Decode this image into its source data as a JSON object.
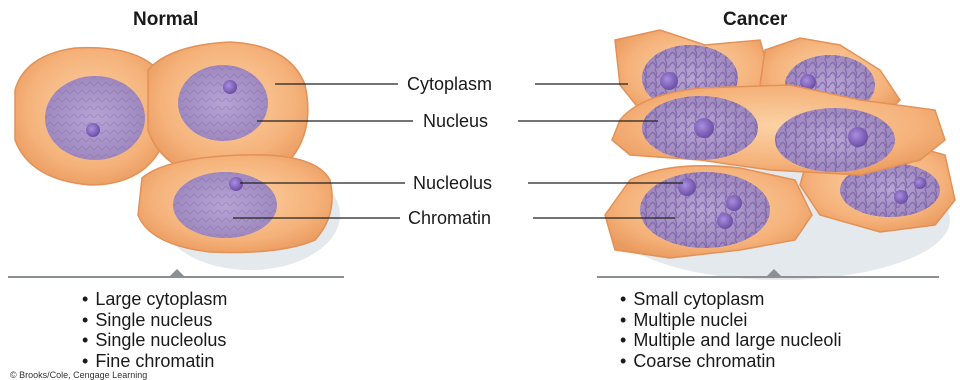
{
  "normal": {
    "title": "Normal",
    "features": [
      "Large cytoplasm",
      "Single nucleus",
      "Single nucleolus",
      "Fine chromatin"
    ]
  },
  "cancer": {
    "title": "Cancer",
    "features": [
      "Small cytoplasm",
      "Multiple nuclei",
      "Multiple and large nucleoli",
      "Coarse chromatin"
    ]
  },
  "labels": {
    "cytoplasm": "Cytoplasm",
    "nucleus": "Nucleus",
    "nucleolus": "Nucleolus",
    "chromatin": "Chromatin"
  },
  "credit": "© Brooks/Cole, Cengage Learning",
  "colors": {
    "cytoplasm": "#f5b27a",
    "nucleus": "#a48fc2",
    "nucleolus": "#7b5fb3",
    "divider": "#8a9096"
  }
}
